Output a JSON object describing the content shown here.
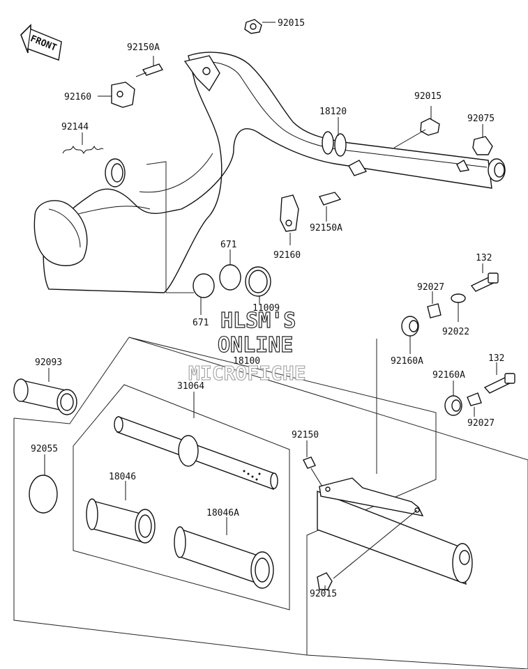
{
  "orientation_badge": "FRONT",
  "watermark": {
    "line1": "HLSM'S",
    "line2": "ONLINE",
    "line3": "MICROFICHE"
  },
  "parts": [
    "92015",
    "92150A",
    "92160",
    "92144",
    "18120",
    "92015",
    "92075",
    "92160",
    "92150A",
    "671",
    "671",
    "11009",
    "132",
    "92027",
    "92022",
    "92160A",
    "18100",
    "92093",
    "31064",
    "132",
    "92160A",
    "92027",
    "92055",
    "92150",
    "18046",
    "18046A",
    "92015"
  ]
}
